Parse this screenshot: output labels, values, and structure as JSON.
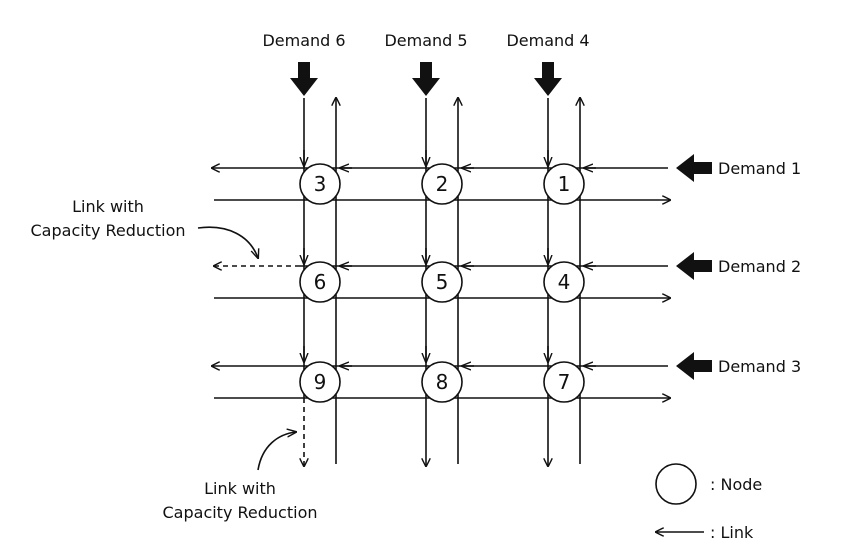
{
  "demands": {
    "d6": "Demand 6",
    "d5": "Demand 5",
    "d4": "Demand 4",
    "d1": "Demand 1",
    "d2": "Demand 2",
    "d3": "Demand 3"
  },
  "nodes": [
    "1",
    "2",
    "3",
    "4",
    "5",
    "6",
    "7",
    "8",
    "9"
  ],
  "annotations": {
    "link_reduction_top": [
      "Link with",
      "Capacity Reduction"
    ],
    "link_reduction_bottom": [
      "Link with",
      "Capacity Reduction"
    ]
  },
  "legend": {
    "node": ": Node",
    "link": ": Link"
  }
}
